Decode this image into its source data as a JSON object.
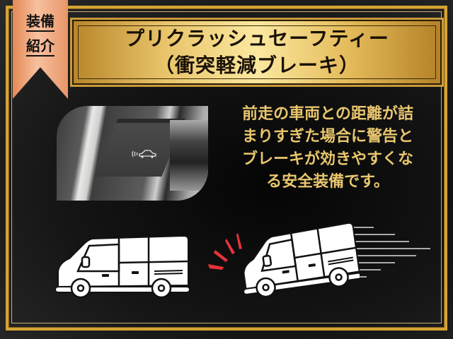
{
  "ribbon": {
    "line1": "装備",
    "line2": "紹介"
  },
  "title": {
    "line1": "プリクラッシュセーフティー",
    "line2": "（衝突軽減ブレーキ）"
  },
  "photo": {
    "icon": "car-radar-icon",
    "icon_glyph": "((🚗"
  },
  "description": {
    "line1": "前走の車両との距離が詰",
    "line2": "まりすぎた場合に警告と",
    "line3": "ブレーキが効きやすくな",
    "line4": "る安全装備です。"
  },
  "illustration": {
    "left_van": "van-icon",
    "right_van": "braking-van-icon",
    "alert_color": "#e8333a"
  },
  "colors": {
    "gold": "#d6a334",
    "ribbon": "#f0a47a",
    "text_gold": "#e9c66e",
    "background": "#0a0a0a"
  }
}
